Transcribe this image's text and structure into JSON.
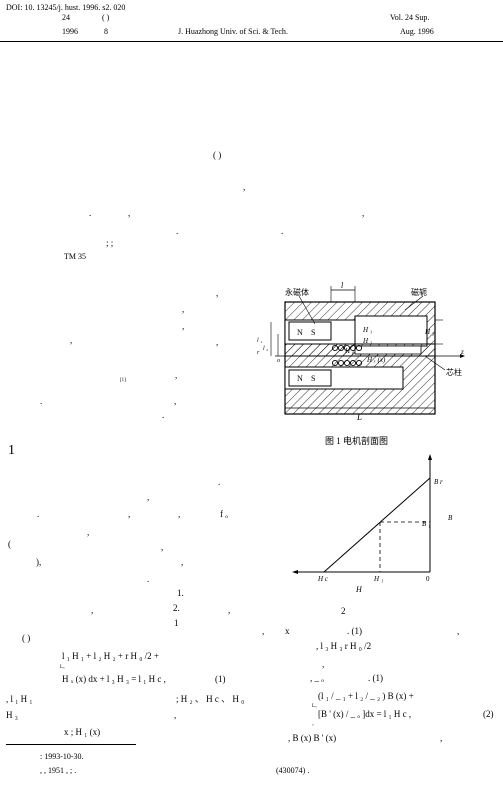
{
  "header": {
    "doi": "DOI: 10. 13245/j. hust. 1996. s2. 020",
    "vol_cn": "24",
    "paren": "( )",
    "year_cn": "1996",
    "month_cn": "8",
    "journal": "J. Huazhong Univ. of Sci. & Tech.",
    "vol_en": "Vol. 24   Sup.",
    "date_en": "Aug.   1996"
  },
  "abstract": {
    "paren": "(                )",
    "comma1": ",",
    "row2_a": ".",
    "row2_b": ",",
    "row2_c": ".",
    "row2_d": ",",
    "row2_e": ".",
    "semis": ";        ;",
    "tm": "TM 35"
  },
  "left_text": {
    "c1": ",",
    "c2": ",",
    "c3": ",",
    "c4": ",",
    "c5": ",",
    "cite": "[1]",
    "c6": ",",
    "d1": ".",
    "c7": ",",
    "d2": "."
  },
  "section": {
    "number": "1"
  },
  "body": {
    "d1": ".",
    "c1": ",",
    "p1_a": ".",
    "p1_b": ",",
    "p1_c": ",",
    "p1_d": "f ₒ",
    "c2": ",",
    "paren_open": "(",
    "c3": ",",
    "close_paren": "),",
    "c4": ",",
    "d2": ".",
    "one_d": "1.",
    "c5": ",",
    "two_d": "2.",
    "c6": ",",
    "one": "1",
    "paren2": "(          )"
  },
  "eq1": {
    "line1": "l ₁ H ₁ +   l ₂ H ₂ +   r H ₀ /2 +",
    "limit": "Lₒ",
    "integrand": "H ₓ (x) dx +   l ₃ H ₃ =  l ₁ H c ,",
    "num": "(1)"
  },
  "vars_text": {
    "lead": ", l ₁ H ₁",
    "mid": "; H ₂ 、 H c 、 H ₀",
    "h3": "H ₃",
    "comma": ",",
    "x_line": "x          ; H ₁ (x)"
  },
  "footnote": {
    "date": ": 1993-10-30.",
    "author": ",   , 1951          ,           ;          .",
    "postal": "(430074) ."
  },
  "figure1": {
    "label_magnet": "永磁体",
    "label_yoke": "磁轭",
    "label_core": "芯柱",
    "l_label": "l",
    "L_label": "L",
    "N": "N",
    "S": "S",
    "N2": "N",
    "S2": "S",
    "H1": "H ₁",
    "H2": "H ₂",
    "H3": "H ₃",
    "H0": "H ₀",
    "Hx": "H ₓ (x)",
    "l1": "l ₁",
    "l2": "l ₂",
    "r": "r",
    "o": "o",
    "z": "z",
    "caption": "图 1   电机剖面图"
  },
  "figure2": {
    "Br": "B r",
    "B1": "B ₁",
    "B": "B",
    "Hc": "H c",
    "H1": "H ₁",
    "zero": "0",
    "H": "H",
    "caption": "2"
  },
  "right_text": {
    "r1_a": ",",
    "r1_b": "x",
    "r1_c": ".   (1)",
    "r1_d": ",",
    "r2": ", l ₃ H ₃      r H ₀ /2",
    "r3": ",",
    "r4_a": ", _ ₒ",
    "r4_b": ".     (1)",
    "eq2_line1": "(l ₁ / _ ₁ +  l ₂ / _ ₂ ) B (x) +",
    "eq2_limit": "Lₒ",
    "eq2_line2": "[B ' (x) / _ ₒ ]dx =  l ₁ H c ,",
    "eq2_num": "(2)",
    "eq2_sub": "ₒ",
    "r5": ", B (x)      B ' (x)",
    "r5_c": ","
  }
}
